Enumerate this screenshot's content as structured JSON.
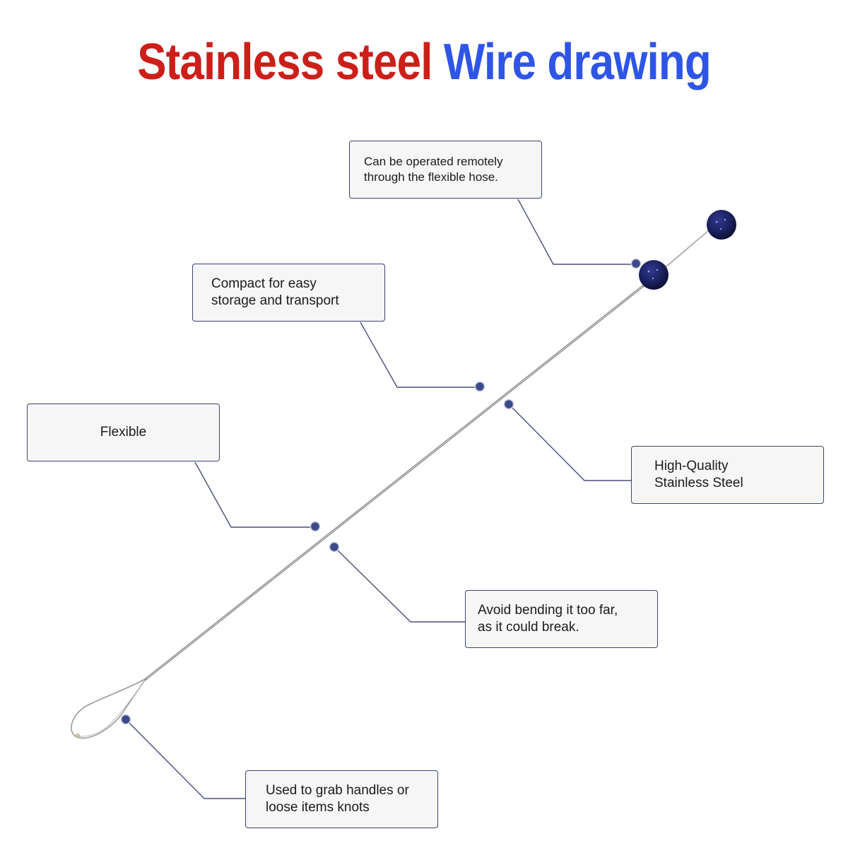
{
  "title": {
    "part1": "Stainless steel",
    "part2": "Wire drawing",
    "part1_color": "#cc1f1a",
    "part2_color": "#2f55e6"
  },
  "callouts": {
    "remote": "Can be operated remotely\nthrough the flexible hose.",
    "compact": "Compact for easy\nstorage and transport",
    "flexible": "Flexible",
    "quality": "High-Quality\nStainless Steel",
    "avoid": "Avoid bending it too far,\nas it could break.",
    "grab": "Used to grab handles or\nloose items knots"
  },
  "colors": {
    "leader_line": "#4a4f78",
    "marker": "#3d4a8a",
    "knob": "#1c2260",
    "wire": "#8a8a8a"
  }
}
